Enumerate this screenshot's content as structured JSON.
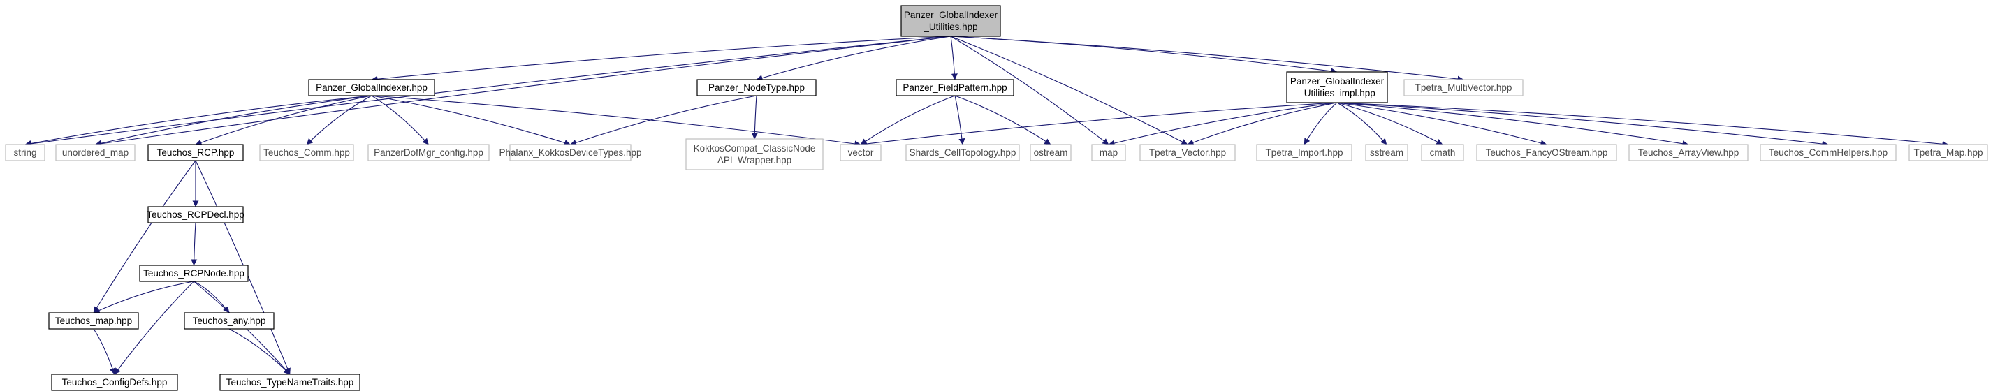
{
  "diagram": {
    "colors": {
      "edge": "#191970",
      "root_fill": "#bfbfbf",
      "local_border": "#000000",
      "external_border": "#bfbfbf"
    },
    "nodes": [
      {
        "id": "root",
        "lines": [
          "Panzer_GlobalIndexer",
          "_Utilities.hpp"
        ],
        "kind": "root"
      },
      {
        "id": "gi",
        "lines": [
          "Panzer_GlobalIndexer.hpp"
        ],
        "kind": "local"
      },
      {
        "id": "nodetype",
        "lines": [
          "Panzer_NodeType.hpp"
        ],
        "kind": "local"
      },
      {
        "id": "fieldpattern",
        "lines": [
          "Panzer_FieldPattern.hpp"
        ],
        "kind": "local"
      },
      {
        "id": "impl",
        "lines": [
          "Panzer_GlobalIndexer",
          "_Utilities_impl.hpp"
        ],
        "kind": "local"
      },
      {
        "id": "multivector",
        "lines": [
          "Tpetra_MultiVector.hpp"
        ],
        "kind": "ext"
      },
      {
        "id": "string",
        "lines": [
          "string"
        ],
        "kind": "ext"
      },
      {
        "id": "umap",
        "lines": [
          "unordered_map"
        ],
        "kind": "ext"
      },
      {
        "id": "rcp",
        "lines": [
          "Teuchos_RCP.hpp"
        ],
        "kind": "local"
      },
      {
        "id": "comm",
        "lines": [
          "Teuchos_Comm.hpp"
        ],
        "kind": "ext"
      },
      {
        "id": "dofcfg",
        "lines": [
          "PanzerDofMgr_config.hpp"
        ],
        "kind": "ext"
      },
      {
        "id": "phalanx",
        "lines": [
          "Phalanx_KokkosDeviceTypes.hpp"
        ],
        "kind": "ext"
      },
      {
        "id": "kokkos",
        "lines": [
          "KokkosCompat_ClassicNode",
          "API_Wrapper.hpp"
        ],
        "kind": "ext"
      },
      {
        "id": "vector",
        "lines": [
          "vector"
        ],
        "kind": "ext"
      },
      {
        "id": "shards",
        "lines": [
          "Shards_CellTopology.hpp"
        ],
        "kind": "ext"
      },
      {
        "id": "ostream",
        "lines": [
          "ostream"
        ],
        "kind": "ext"
      },
      {
        "id": "map",
        "lines": [
          "map"
        ],
        "kind": "ext"
      },
      {
        "id": "tvector",
        "lines": [
          "Tpetra_Vector.hpp"
        ],
        "kind": "ext"
      },
      {
        "id": "timport",
        "lines": [
          "Tpetra_Import.hpp"
        ],
        "kind": "ext"
      },
      {
        "id": "sstream",
        "lines": [
          "sstream"
        ],
        "kind": "ext"
      },
      {
        "id": "cmath",
        "lines": [
          "cmath"
        ],
        "kind": "ext"
      },
      {
        "id": "fancy",
        "lines": [
          "Teuchos_FancyOStream.hpp"
        ],
        "kind": "ext"
      },
      {
        "id": "arrayview",
        "lines": [
          "Teuchos_ArrayView.hpp"
        ],
        "kind": "ext"
      },
      {
        "id": "commhelpers",
        "lines": [
          "Teuchos_CommHelpers.hpp"
        ],
        "kind": "ext"
      },
      {
        "id": "tmap",
        "lines": [
          "Tpetra_Map.hpp"
        ],
        "kind": "ext"
      },
      {
        "id": "rcpdecl",
        "lines": [
          "Teuchos_RCPDecl.hpp"
        ],
        "kind": "local"
      },
      {
        "id": "rcpnode",
        "lines": [
          "Teuchos_RCPNode.hpp"
        ],
        "kind": "local"
      },
      {
        "id": "tmaphpp",
        "lines": [
          "Teuchos_map.hpp"
        ],
        "kind": "local"
      },
      {
        "id": "any",
        "lines": [
          "Teuchos_any.hpp"
        ],
        "kind": "local"
      },
      {
        "id": "configdefs",
        "lines": [
          "Teuchos_ConfigDefs.hpp"
        ],
        "kind": "local"
      },
      {
        "id": "typenametraits",
        "lines": [
          "Teuchos_TypeNameTraits.hpp"
        ],
        "kind": "local"
      }
    ],
    "edges": [
      [
        "root",
        "gi"
      ],
      [
        "root",
        "nodetype"
      ],
      [
        "root",
        "fieldpattern"
      ],
      [
        "root",
        "impl"
      ],
      [
        "root",
        "multivector"
      ],
      [
        "root",
        "string"
      ],
      [
        "root",
        "umap"
      ],
      [
        "root",
        "map"
      ],
      [
        "root",
        "tvector"
      ],
      [
        "gi",
        "string"
      ],
      [
        "gi",
        "umap"
      ],
      [
        "gi",
        "rcp"
      ],
      [
        "gi",
        "comm"
      ],
      [
        "gi",
        "dofcfg"
      ],
      [
        "gi",
        "phalanx"
      ],
      [
        "gi",
        "vector"
      ],
      [
        "nodetype",
        "phalanx"
      ],
      [
        "nodetype",
        "kokkos"
      ],
      [
        "fieldpattern",
        "vector"
      ],
      [
        "fieldpattern",
        "shards"
      ],
      [
        "fieldpattern",
        "ostream"
      ],
      [
        "impl",
        "vector"
      ],
      [
        "impl",
        "map"
      ],
      [
        "impl",
        "tvector"
      ],
      [
        "impl",
        "timport"
      ],
      [
        "impl",
        "sstream"
      ],
      [
        "impl",
        "cmath"
      ],
      [
        "impl",
        "fancy"
      ],
      [
        "impl",
        "arrayview"
      ],
      [
        "impl",
        "commhelpers"
      ],
      [
        "impl",
        "tmap"
      ],
      [
        "rcp",
        "rcpdecl"
      ],
      [
        "rcp",
        "tmaphpp"
      ],
      [
        "rcp",
        "typenametraits"
      ],
      [
        "rcpdecl",
        "rcpnode"
      ],
      [
        "rcpnode",
        "tmaphpp"
      ],
      [
        "rcpnode",
        "any"
      ],
      [
        "rcpnode",
        "configdefs"
      ],
      [
        "rcpnode",
        "typenametraits"
      ],
      [
        "tmaphpp",
        "configdefs"
      ],
      [
        "any",
        "typenametraits"
      ]
    ]
  }
}
